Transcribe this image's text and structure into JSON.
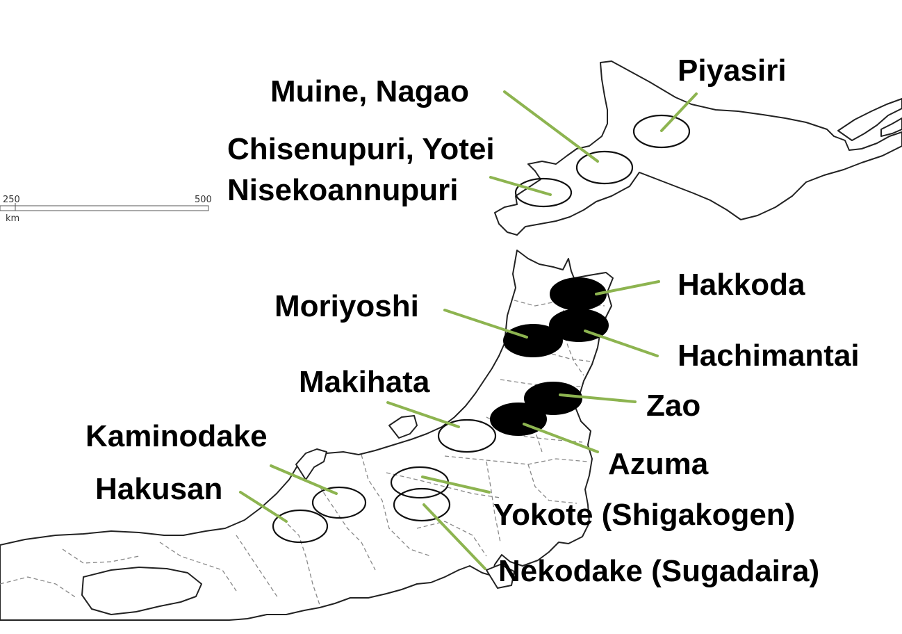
{
  "scale_bar": {
    "ticks": [
      "250",
      "500"
    ],
    "unit": "km"
  },
  "sites": [
    {
      "id": "piyasiri",
      "name": "Piyasiri",
      "status": "open"
    },
    {
      "id": "muine-nagao",
      "name": "Muine, Nagao",
      "status": "open"
    },
    {
      "id": "chisenupuri-yotei",
      "name": "Chisenupuri, Yotei",
      "status": "open"
    },
    {
      "id": "nisekoannupuri",
      "name": "Nisekoannupuri",
      "status": "open"
    },
    {
      "id": "hakkoda",
      "name": "Hakkoda",
      "status": "filled"
    },
    {
      "id": "moriyoshi",
      "name": "Moriyoshi",
      "status": "filled"
    },
    {
      "id": "hachimantai",
      "name": "Hachimantai",
      "status": "filled"
    },
    {
      "id": "makihata",
      "name": "Makihata",
      "status": "open"
    },
    {
      "id": "zao",
      "name": "Zao",
      "status": "filled"
    },
    {
      "id": "kaminodake",
      "name": "Kaminodake",
      "status": "open"
    },
    {
      "id": "azuma",
      "name": "Azuma",
      "status": "filled"
    },
    {
      "id": "hakusan",
      "name": "Hakusan",
      "status": "open"
    },
    {
      "id": "yokote",
      "name": "Yokote (Shigakogen)",
      "status": "open"
    },
    {
      "id": "nekodake",
      "name": "Nekodake (Sugadaira)",
      "status": "open"
    }
  ],
  "colors": {
    "leader_line": "#8db450",
    "filled_marker": "#000000",
    "open_marker": "#ffffff",
    "coastline": "#222222",
    "prefecture_border": "#888888"
  }
}
